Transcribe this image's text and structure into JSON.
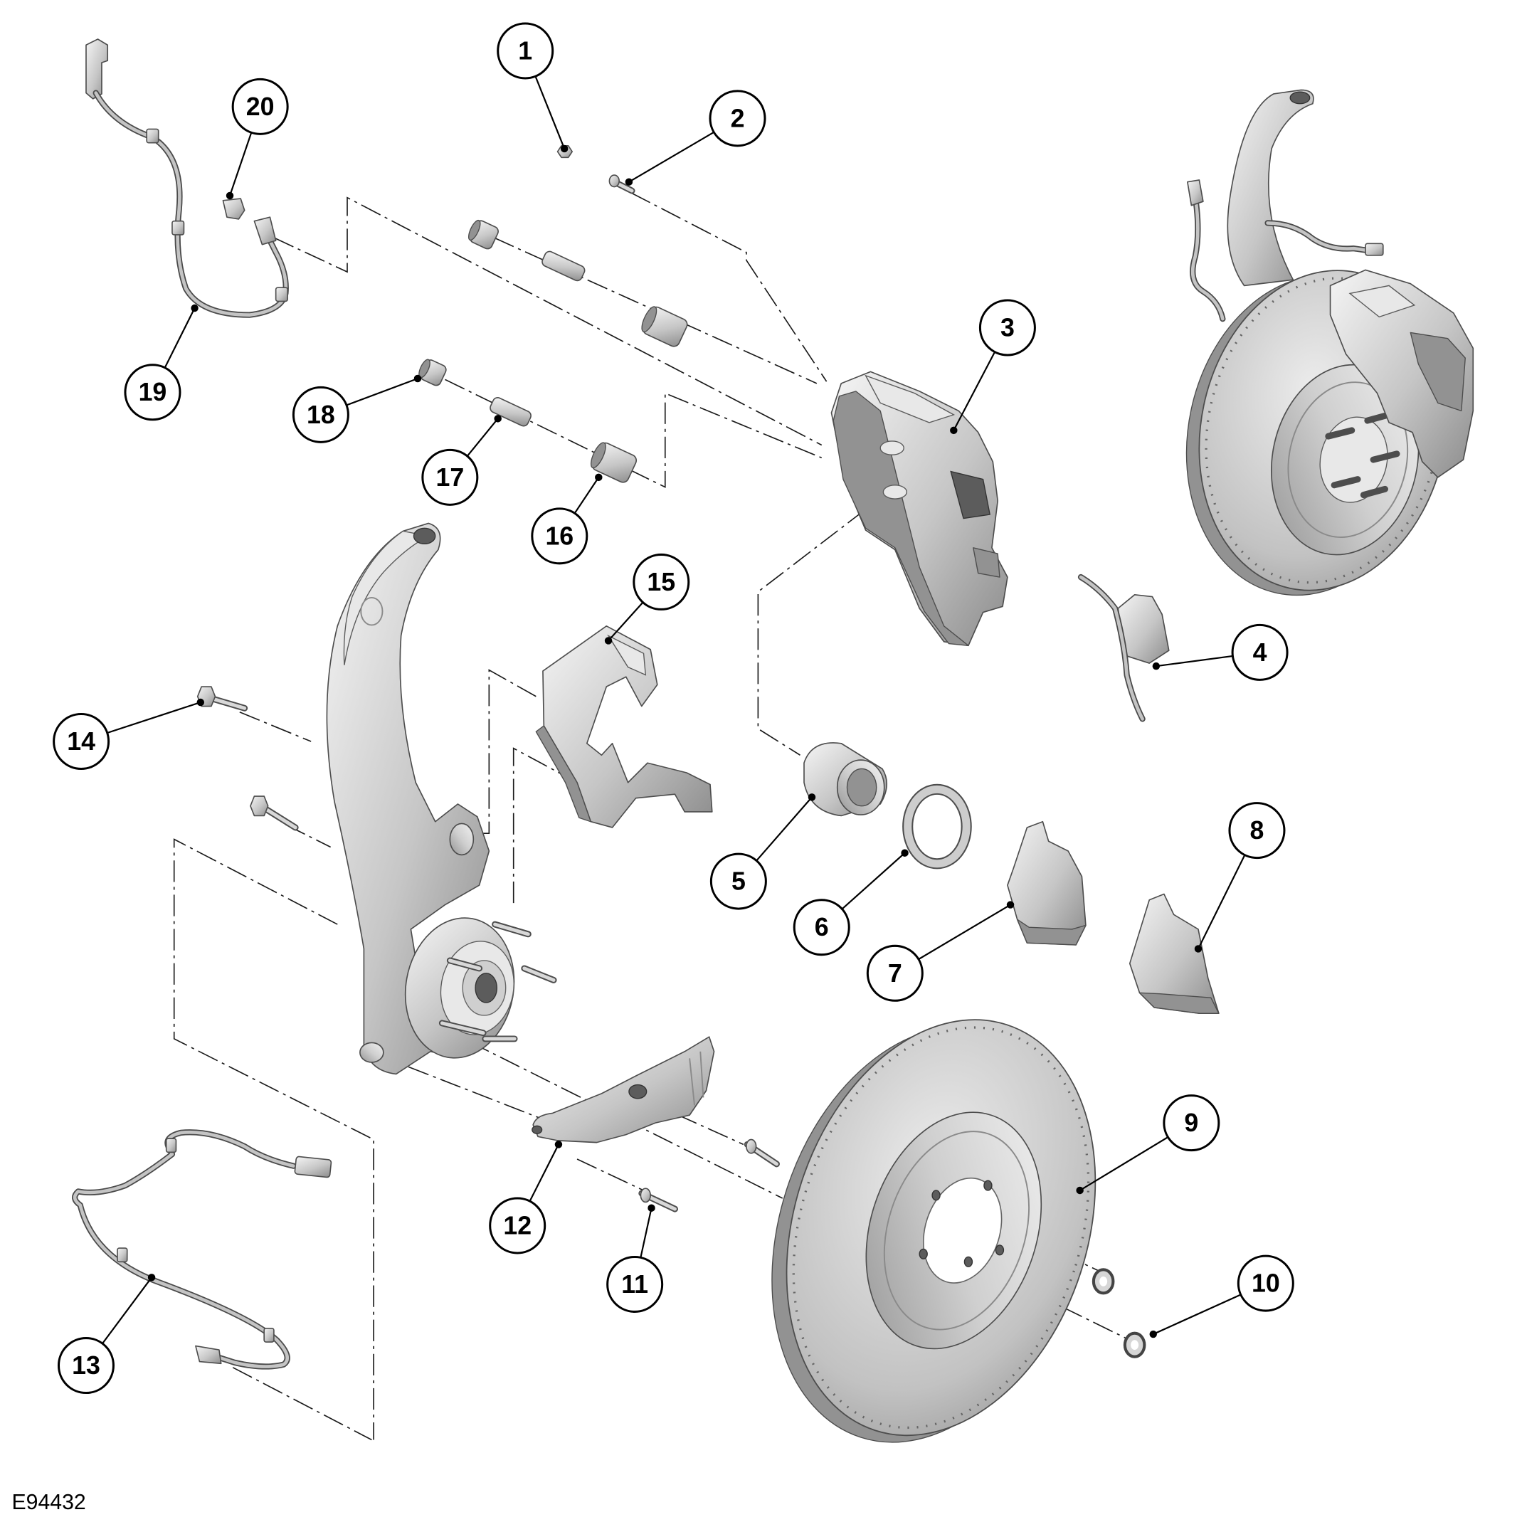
{
  "figure_id": "E94432",
  "callouts": [
    "1",
    "2",
    "3",
    "4",
    "5",
    "6",
    "7",
    "8",
    "9",
    "10",
    "11",
    "12",
    "13",
    "14",
    "15",
    "16",
    "17",
    "18",
    "19",
    "20"
  ]
}
